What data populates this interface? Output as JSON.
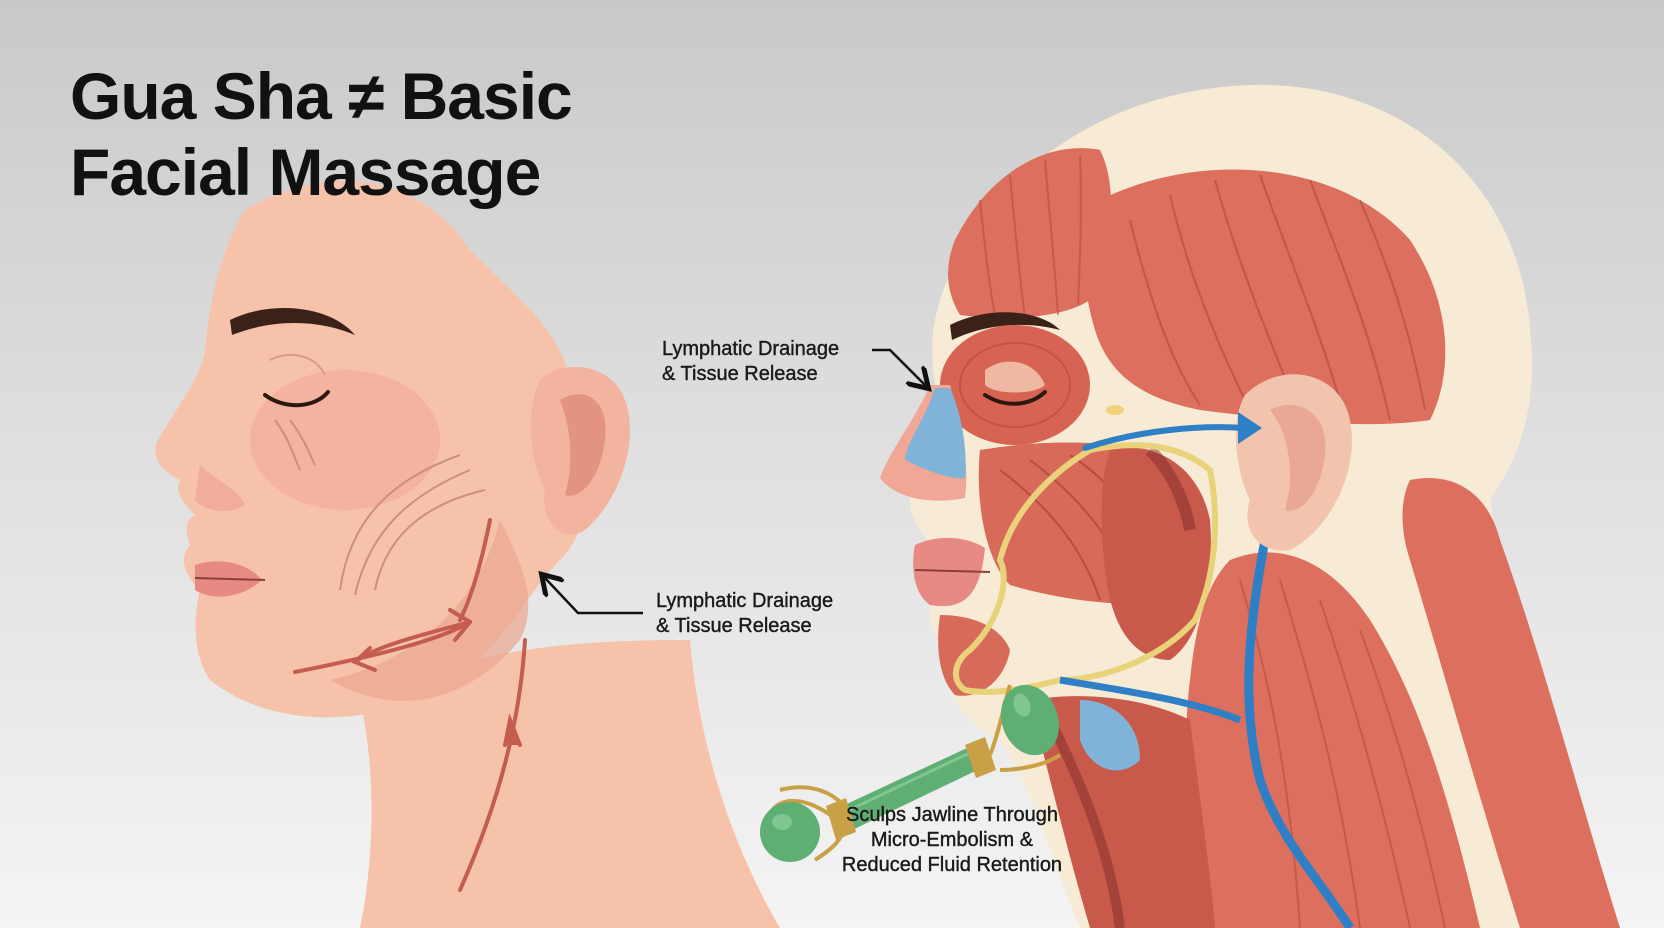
{
  "title": {
    "line1": "Gua Sha ≠ Basic",
    "line2": "Facial Massage"
  },
  "callouts": {
    "upper": {
      "line1": "Lymphatic Drainage",
      "line2": "& Tissue Release"
    },
    "lower": {
      "line1": "Lymphatic Drainage",
      "line2": "& Tissue Release"
    },
    "roller": {
      "line1": "Sculps Jawline Through",
      "line2": "Micro-Embolism &",
      "line3": "Reduced Fluid Retention"
    }
  },
  "colors": {
    "skin": "#f7c2aa",
    "skin_shadow": "#e9a58e",
    "muscle": "#dc6f5e",
    "muscle_dark": "#b84c40",
    "bone": "#f7ebd5",
    "lymph_blue": "#2f7fc6",
    "nerve_yellow": "#e8d27a",
    "jade": "#5fae74",
    "gold": "#c9a045"
  }
}
